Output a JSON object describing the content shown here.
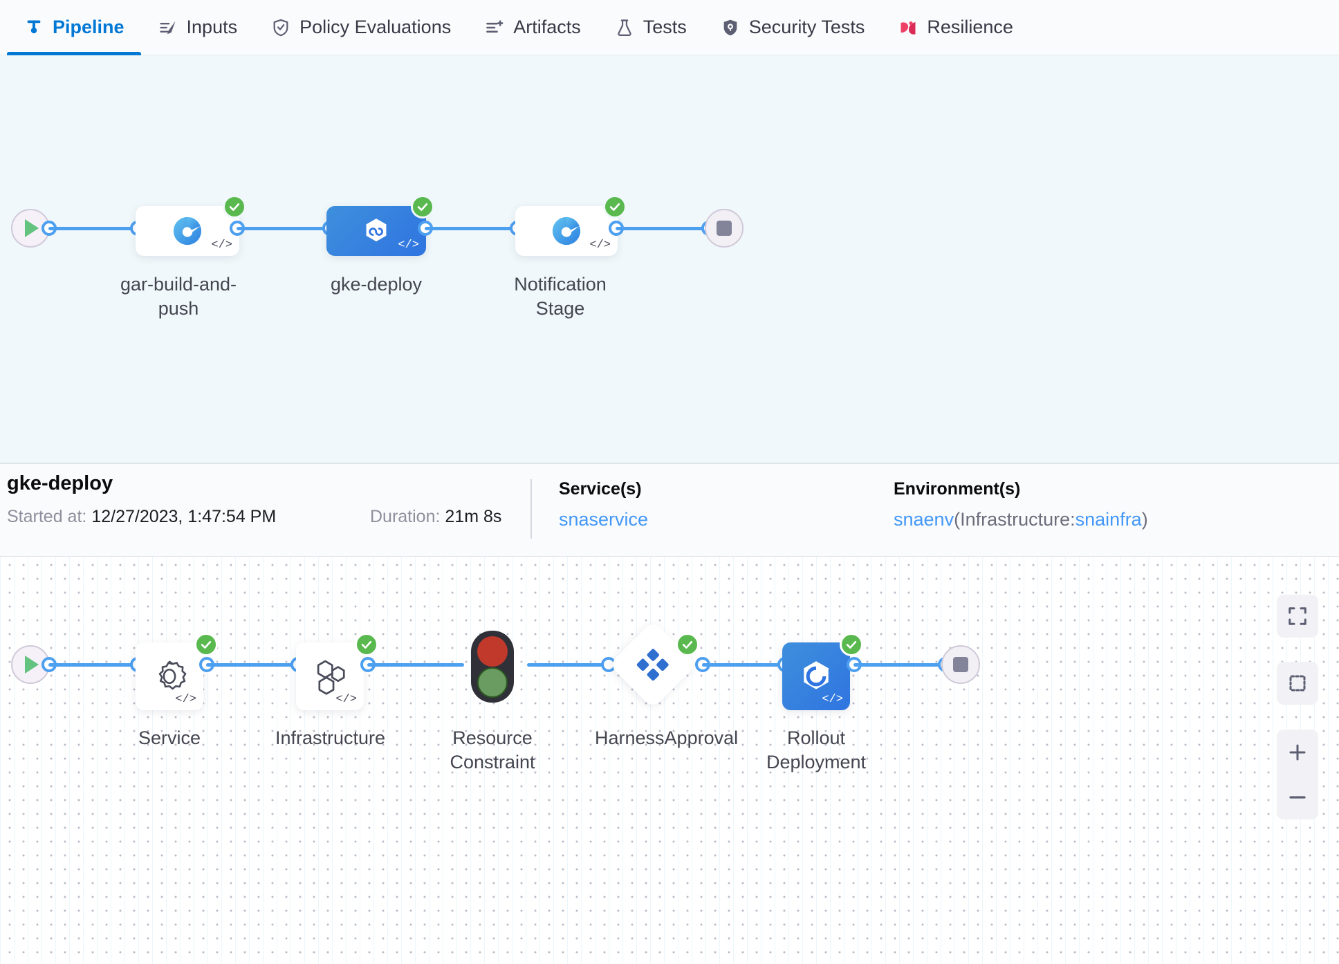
{
  "tabs": [
    {
      "label": "Pipeline",
      "icon": "pipeline-icon",
      "active": true
    },
    {
      "label": "Inputs",
      "icon": "inputs-icon",
      "active": false
    },
    {
      "label": "Policy Evaluations",
      "icon": "policy-shield-icon",
      "active": false
    },
    {
      "label": "Artifacts",
      "icon": "artifacts-list-icon",
      "active": false
    },
    {
      "label": "Tests",
      "icon": "flask-icon",
      "active": false
    },
    {
      "label": "Security Tests",
      "icon": "security-shield-icon",
      "active": false
    },
    {
      "label": "Resilience",
      "icon": "resilience-icon",
      "active": false
    }
  ],
  "pipeline_graph": {
    "start_icon": "play-icon",
    "end_icon": "stop-icon",
    "stages": [
      {
        "label": "gar-build-and-push",
        "status": "success",
        "icon": "gcp-build-icon",
        "selected": false,
        "code_badge": "</>"
      },
      {
        "label": "gke-deploy",
        "status": "success",
        "icon": "deployment-hex-icon",
        "selected": true,
        "code_badge": "</>"
      },
      {
        "label": "Notification Stage",
        "status": "success",
        "icon": "gcp-build-icon",
        "selected": false,
        "code_badge": "</>"
      }
    ]
  },
  "stage_info": {
    "title": "gke-deploy",
    "started_label": "Started at:",
    "started_value": "12/27/2023, 1:47:54 PM",
    "duration_label": "Duration:",
    "duration_value": "21m 8s",
    "service_heading": "Service(s)",
    "service_value": "snaservice",
    "environment_heading": "Environment(s)",
    "environment_name": "snaenv",
    "environment_infra_prefix": "(Infrastructure:",
    "environment_infra_name": "snainfra",
    "environment_infra_suffix": ")"
  },
  "exec_graph": {
    "start_icon": "play-icon",
    "end_icon": "stop-icon",
    "steps": [
      {
        "label": "Service",
        "status": "success",
        "icon": "gear-icon",
        "shape": "card",
        "selected": false,
        "code_badge": "</>"
      },
      {
        "label": "Infrastructure",
        "status": "success",
        "icon": "hexagon-cluster-icon",
        "shape": "card",
        "selected": false,
        "code_badge": "</>"
      },
      {
        "label": "Resource Constraint",
        "status": "none",
        "icon": "traffic-light-icon",
        "shape": "bare",
        "selected": false,
        "code_badge": ""
      },
      {
        "label": "HarnessApproval",
        "status": "success",
        "icon": "approval-diamond-icon",
        "shape": "diamond",
        "selected": false,
        "code_badge": ""
      },
      {
        "label": "Rollout Deployment",
        "status": "success",
        "icon": "rollout-hex-icon",
        "shape": "card",
        "selected": true,
        "code_badge": "</>"
      }
    ]
  },
  "zoom_controls": [
    {
      "name": "fit-to-screen-button",
      "icon": "expand-corners-icon"
    },
    {
      "name": "select-area-button",
      "icon": "dotted-square-icon"
    },
    {
      "name": "zoom-in-button",
      "icon": "plus-icon"
    },
    {
      "name": "zoom-out-button",
      "icon": "minus-icon"
    }
  ],
  "colors": {
    "accent": "#0278d5",
    "edge": "#4d9ff0",
    "success": "#59b94e",
    "selected_node": "#2f74e0",
    "link": "#4397f7",
    "graph_bg": "#f0f8fb"
  }
}
